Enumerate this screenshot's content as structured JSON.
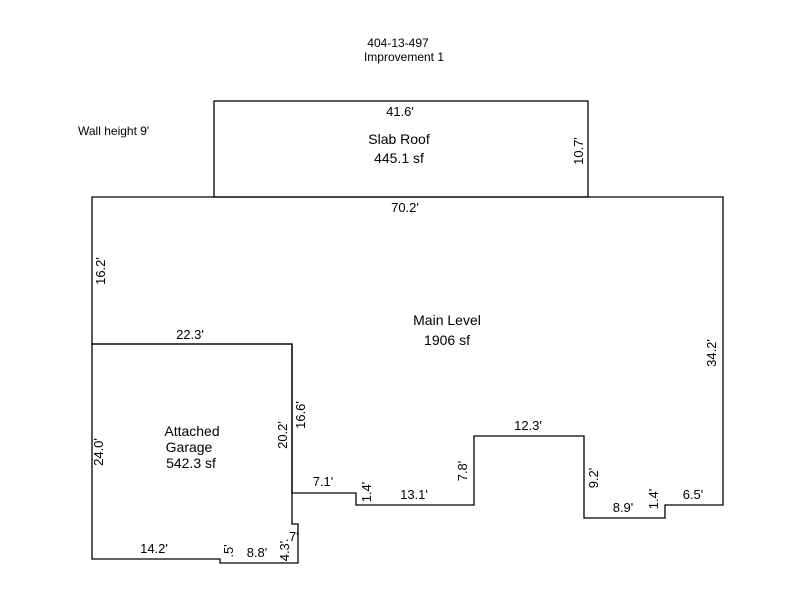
{
  "header": {
    "parcel_id": "404-13-497",
    "improvement": "Improvement 1"
  },
  "wall_height": "Wall height 9'",
  "areas": {
    "slab_roof": {
      "name": "Slab Roof",
      "size": "445.1 sf"
    },
    "main_level": {
      "name": "Main Level",
      "size": "1906 sf"
    },
    "garage": {
      "name_line1": "Attached",
      "name_line2": "Garage",
      "size": "542.3 sf"
    }
  },
  "dimensions": {
    "slab_top": "41.6'",
    "slab_right": "10.7'",
    "main_top": "70.2'",
    "main_left": "16.2'",
    "main_right": "34.2'",
    "garage_top": "22.3'",
    "garage_left": "24.0'",
    "garage_right_inner": "20.2'",
    "main_step_vertical": "16.6'",
    "step_a": "7.1'",
    "step_b": "1.4'",
    "step_c": "13.1'",
    "step_d": "7.8'",
    "step_e": "12.3'",
    "step_f": "9.2'",
    "step_g": "8.9'",
    "step_h": "1.4'",
    "step_i": "6.5'",
    "garage_bottom": "14.2'",
    "garage_notch_a": ".5'",
    "garage_notch_b": "8.8'",
    "garage_notch_c": "4.3'",
    "garage_notch_d": ".7'"
  }
}
